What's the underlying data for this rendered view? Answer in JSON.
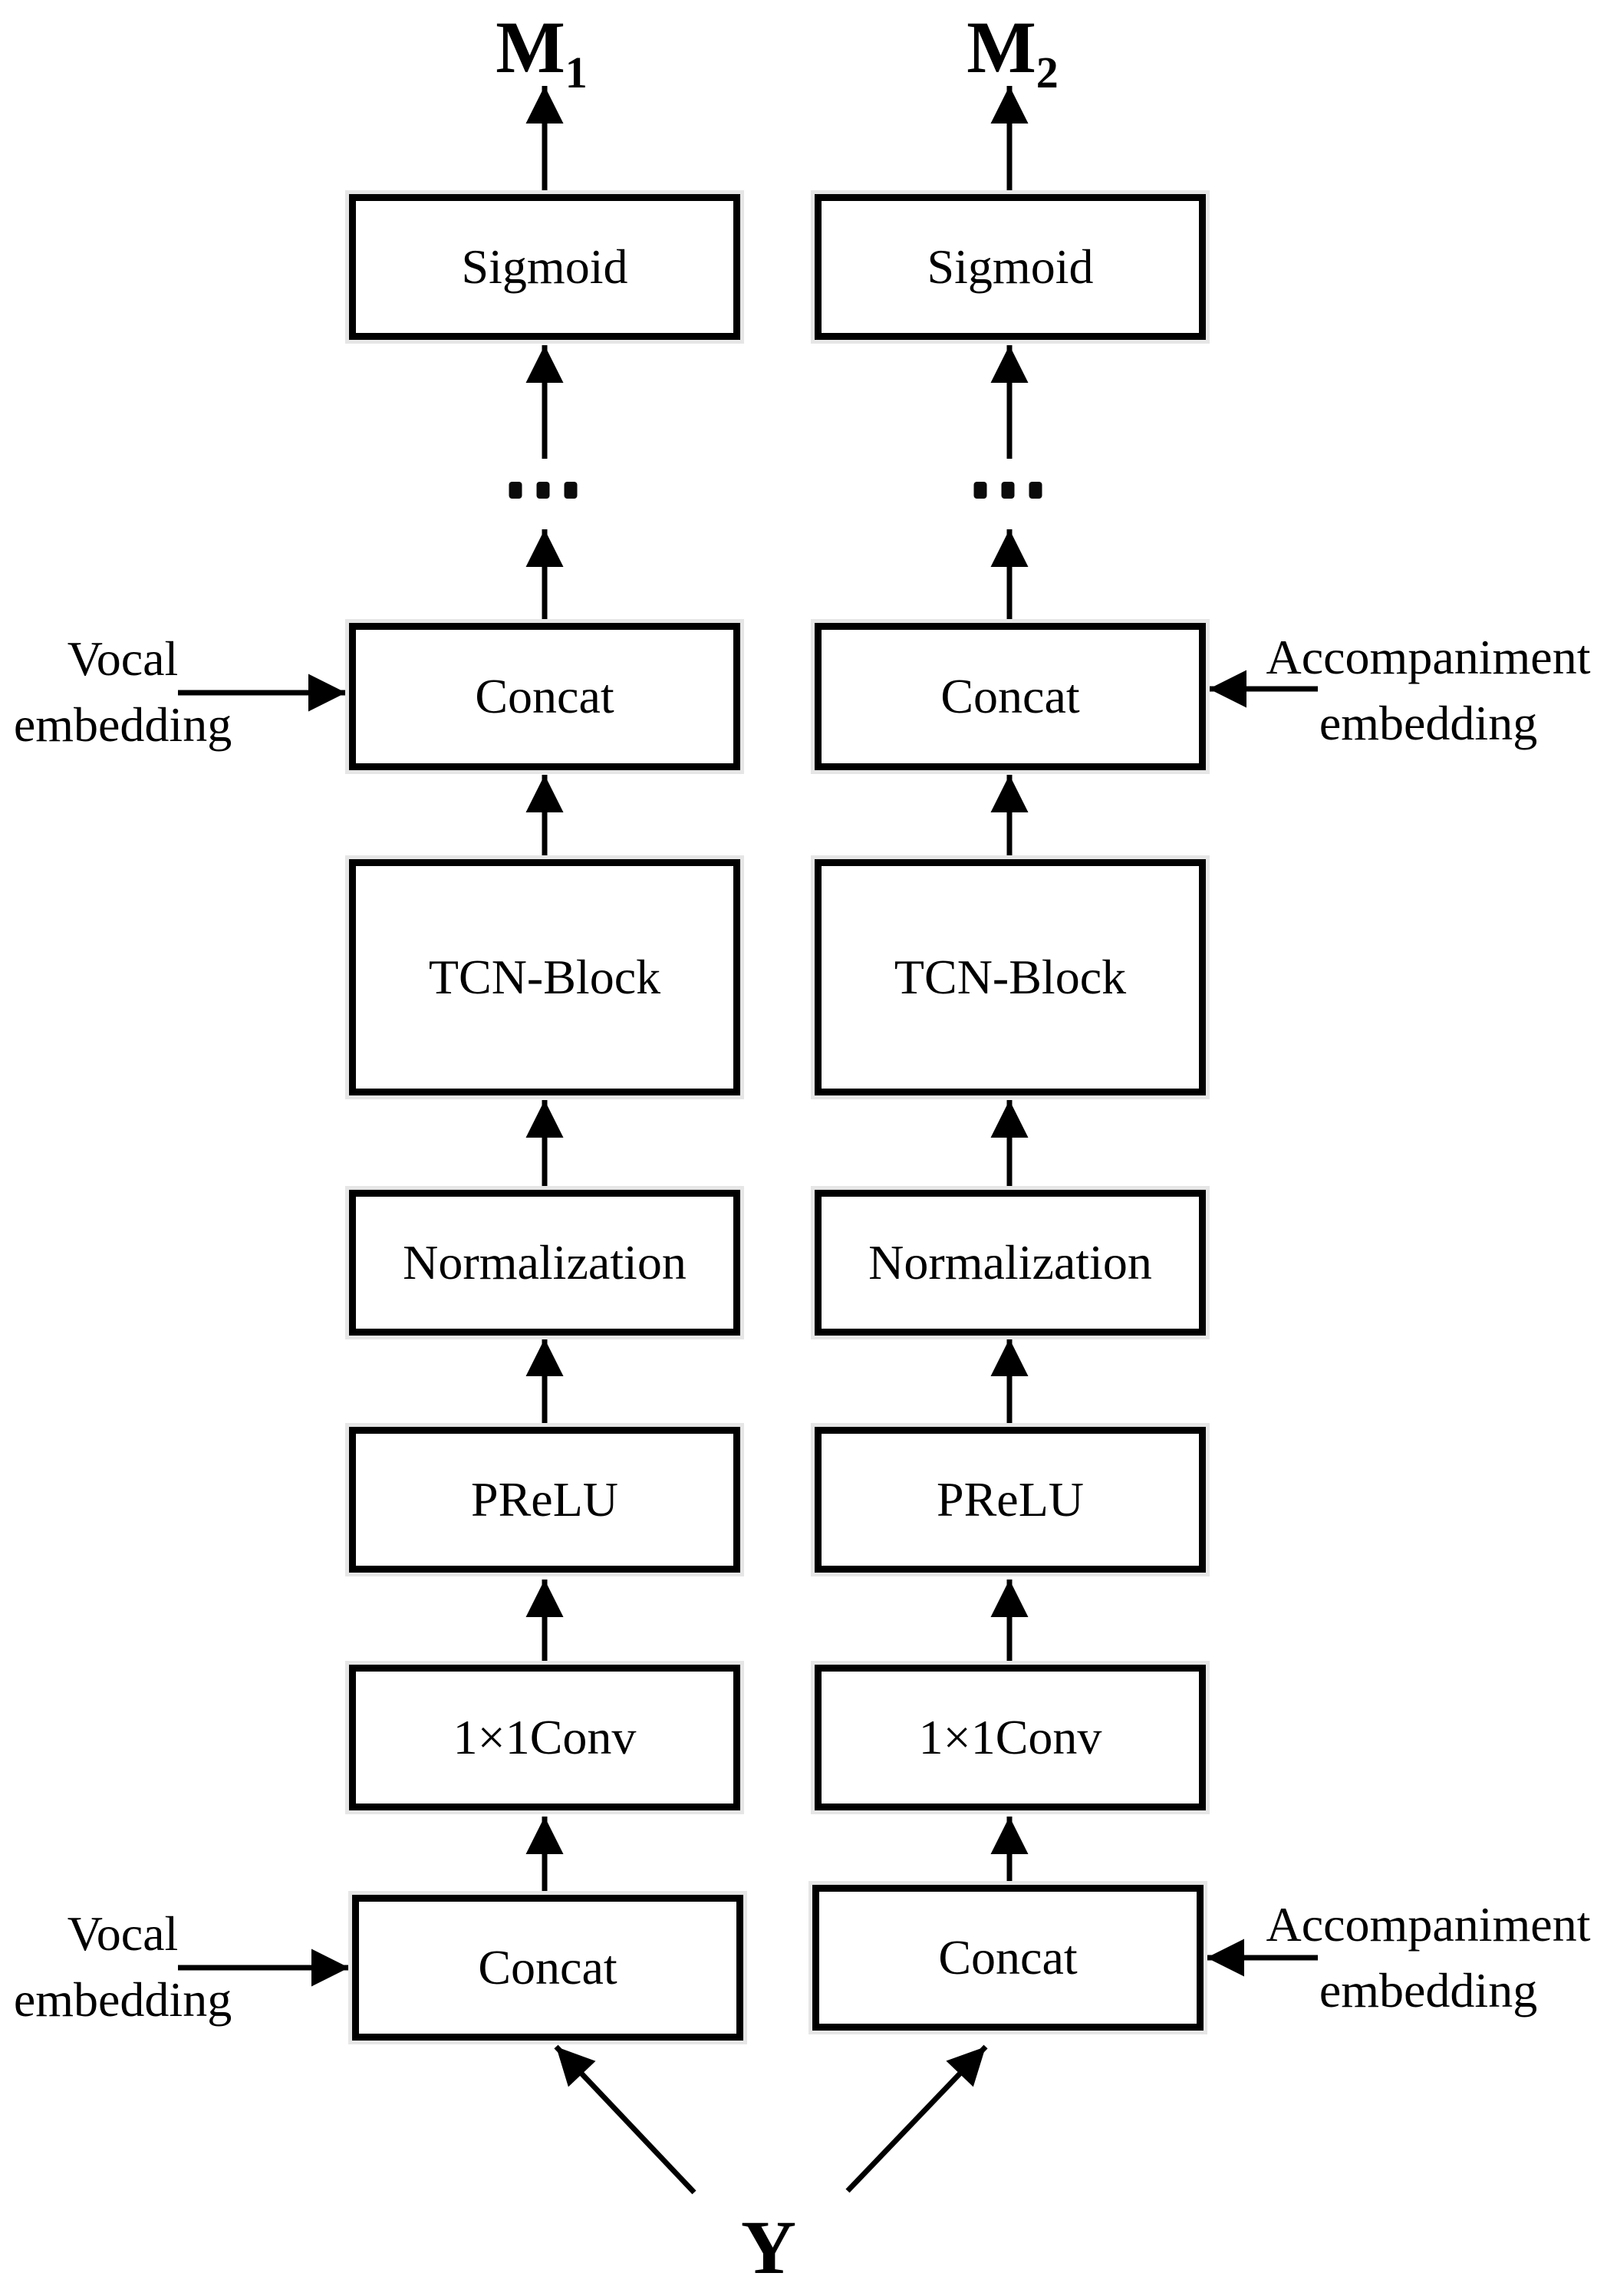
{
  "palette": {
    "ink": "#000000",
    "background": "#ffffff",
    "halo": "#e6e6e6"
  },
  "outputs": [
    {
      "base": "M",
      "sub": "1"
    },
    {
      "base": "M",
      "sub": "2"
    }
  ],
  "columns": [
    {
      "name": "vocal-branch",
      "blocks": [
        "Sigmoid",
        "Concat",
        "TCN-Block",
        "Normalization",
        "PReLU",
        "1×1Conv",
        "Concat"
      ]
    },
    {
      "name": "accompaniment-branch",
      "blocks": [
        "Sigmoid",
        "Concat",
        "TCN-Block",
        "Normalization",
        "PReLU",
        "1×1Conv",
        "Concat"
      ]
    }
  ],
  "ellipsis": "···",
  "side_labels": {
    "top_left": {
      "line1": "Vocal",
      "line2": "embedding"
    },
    "top_right": {
      "line1": "Accompaniment",
      "line2": "embedding"
    },
    "bottom_left": {
      "line1": "Vocal",
      "line2": "embedding"
    },
    "bottom_right": {
      "line1": "Accompaniment",
      "line2": "embedding"
    }
  },
  "input": {
    "label": "Y"
  }
}
